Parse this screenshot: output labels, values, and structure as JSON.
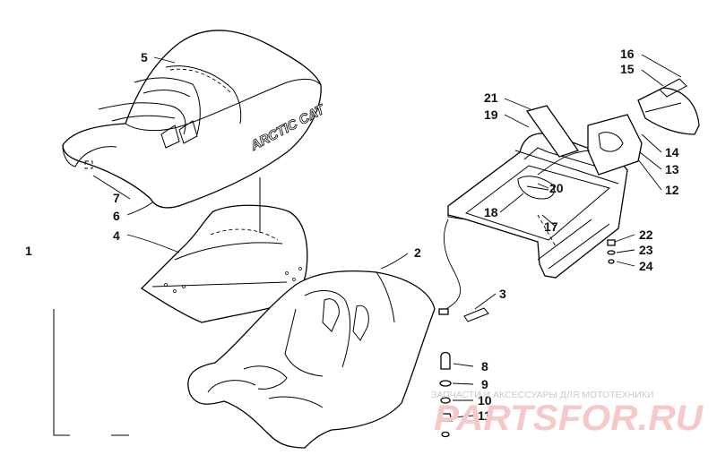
{
  "callouts": {
    "c1": "1",
    "c2": "2",
    "c3": "3",
    "c4": "4",
    "c5": "5",
    "c6": "6",
    "c7": "7",
    "c8": "8",
    "c9": "9",
    "c10": "10",
    "c11": "11",
    "c12": "12",
    "c13": "13",
    "c14": "14",
    "c15": "15",
    "c16": "16",
    "c17": "17",
    "c18": "18",
    "c19": "19",
    "c20": "20",
    "c21": "21",
    "c22": "22",
    "c23": "23",
    "c24": "24"
  },
  "seat_cover_logo": "ARCTIC CAT",
  "watermark": {
    "caption": "ЗАПЧАСТИ И АКСЕССУАРЫ ДЛЯ МОТОТЕХНИКИ",
    "logo": "PARTSFOR.RU"
  }
}
